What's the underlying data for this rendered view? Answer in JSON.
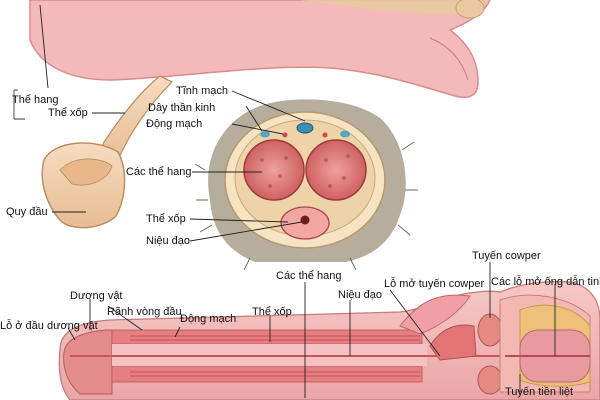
{
  "labels": {
    "the_hang_side": "Thể hang",
    "the_xop_side": "Thể xốp",
    "quy_dau": "Quy đầu",
    "tinh_mach": "Tĩnh mạch",
    "day_than_kinh": "Dây thần kinh",
    "dong_mach_top": "Động mạch",
    "cac_the_hang_top": "Các thể hang",
    "the_xop_top": "Thể xốp",
    "nieu_dao_top": "Niệu đạo",
    "tuyen_cowper": "Tuyến cowper",
    "cac_the_hang_bottom": "Các thể hang",
    "lo_mo_tuyen_cowper": "Lỗ mở tuyến cowper",
    "cac_lo_mo_ong_dan_tinh": "Các lỗ mở ống dẫn tinh",
    "duong_vat": "Dương vật",
    "nieu_dao_bottom": "Niệu đạo",
    "lo_o_dau_duong_vat": "Lỗ ở đầu dương vật",
    "ranh_vong_dau": "Rãnh vòng đầu",
    "dong_mach_bottom": "Động mạch",
    "the_xop_bottom": "Thể xốp",
    "tuyen_tien_liet": "Tuyến tiền liệt"
  },
  "colors": {
    "skin": "#f0cfa8",
    "pink": "#f2b3b8",
    "red": "#d6464a",
    "tissue": "#e88a8a",
    "hair": "#6b5a3f",
    "vein": "#3c8fb0"
  }
}
